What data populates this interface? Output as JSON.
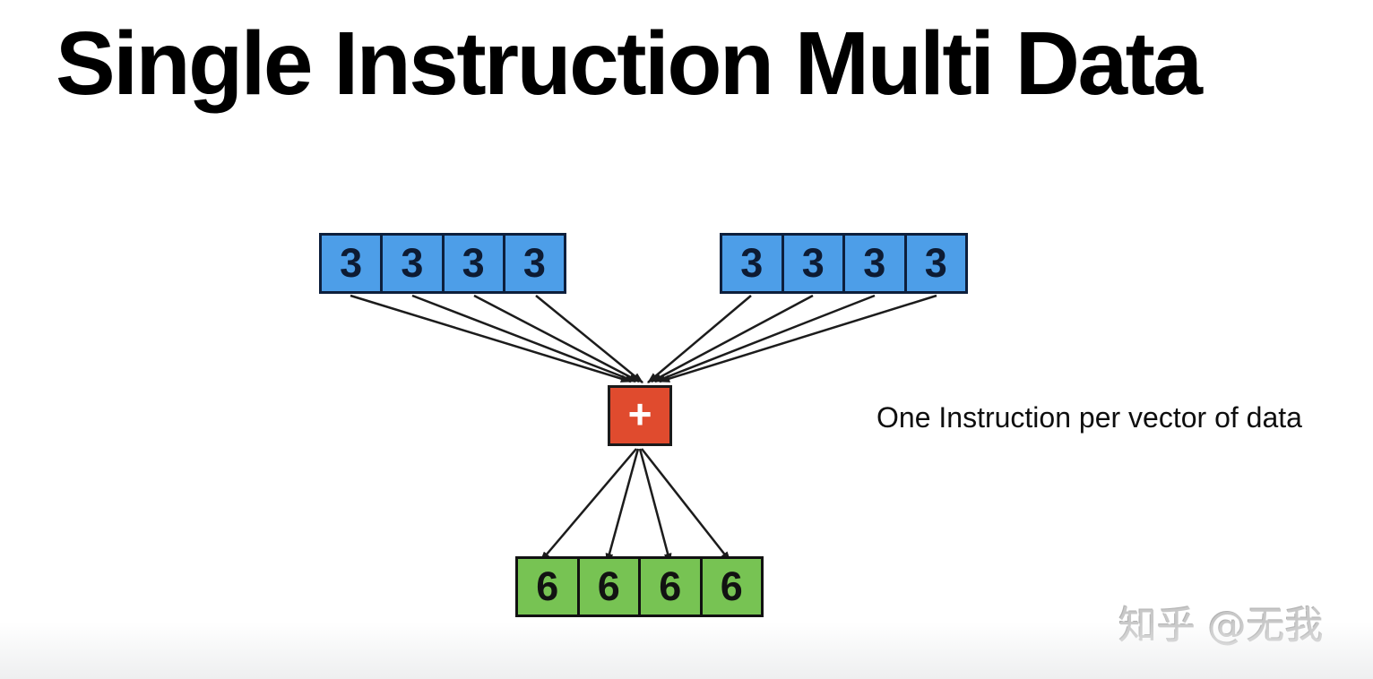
{
  "slide": {
    "title": "Single Instruction Multi Data",
    "annotation": "One Instruction per vector of data",
    "watermark": "知乎 @无我"
  },
  "diagram": {
    "operator": "+",
    "input_vectors": {
      "left": [
        "3",
        "3",
        "3",
        "3"
      ],
      "right": [
        "3",
        "3",
        "3",
        "3"
      ]
    },
    "output_vector": [
      "6",
      "6",
      "6",
      "6"
    ]
  },
  "colors": {
    "title-text": "#000000",
    "input-fill": "#4d9ee8",
    "input-border": "#0d1f3c",
    "digit-blue": "#0d1b33",
    "operator-fill": "#e04b2e",
    "operator-border": "#1a1a1a",
    "output-fill": "#77c353",
    "output-border": "#111111",
    "digit-green": "#121212",
    "arrow": "#1c1c1c",
    "watermark-text": "#c8c8c8"
  }
}
